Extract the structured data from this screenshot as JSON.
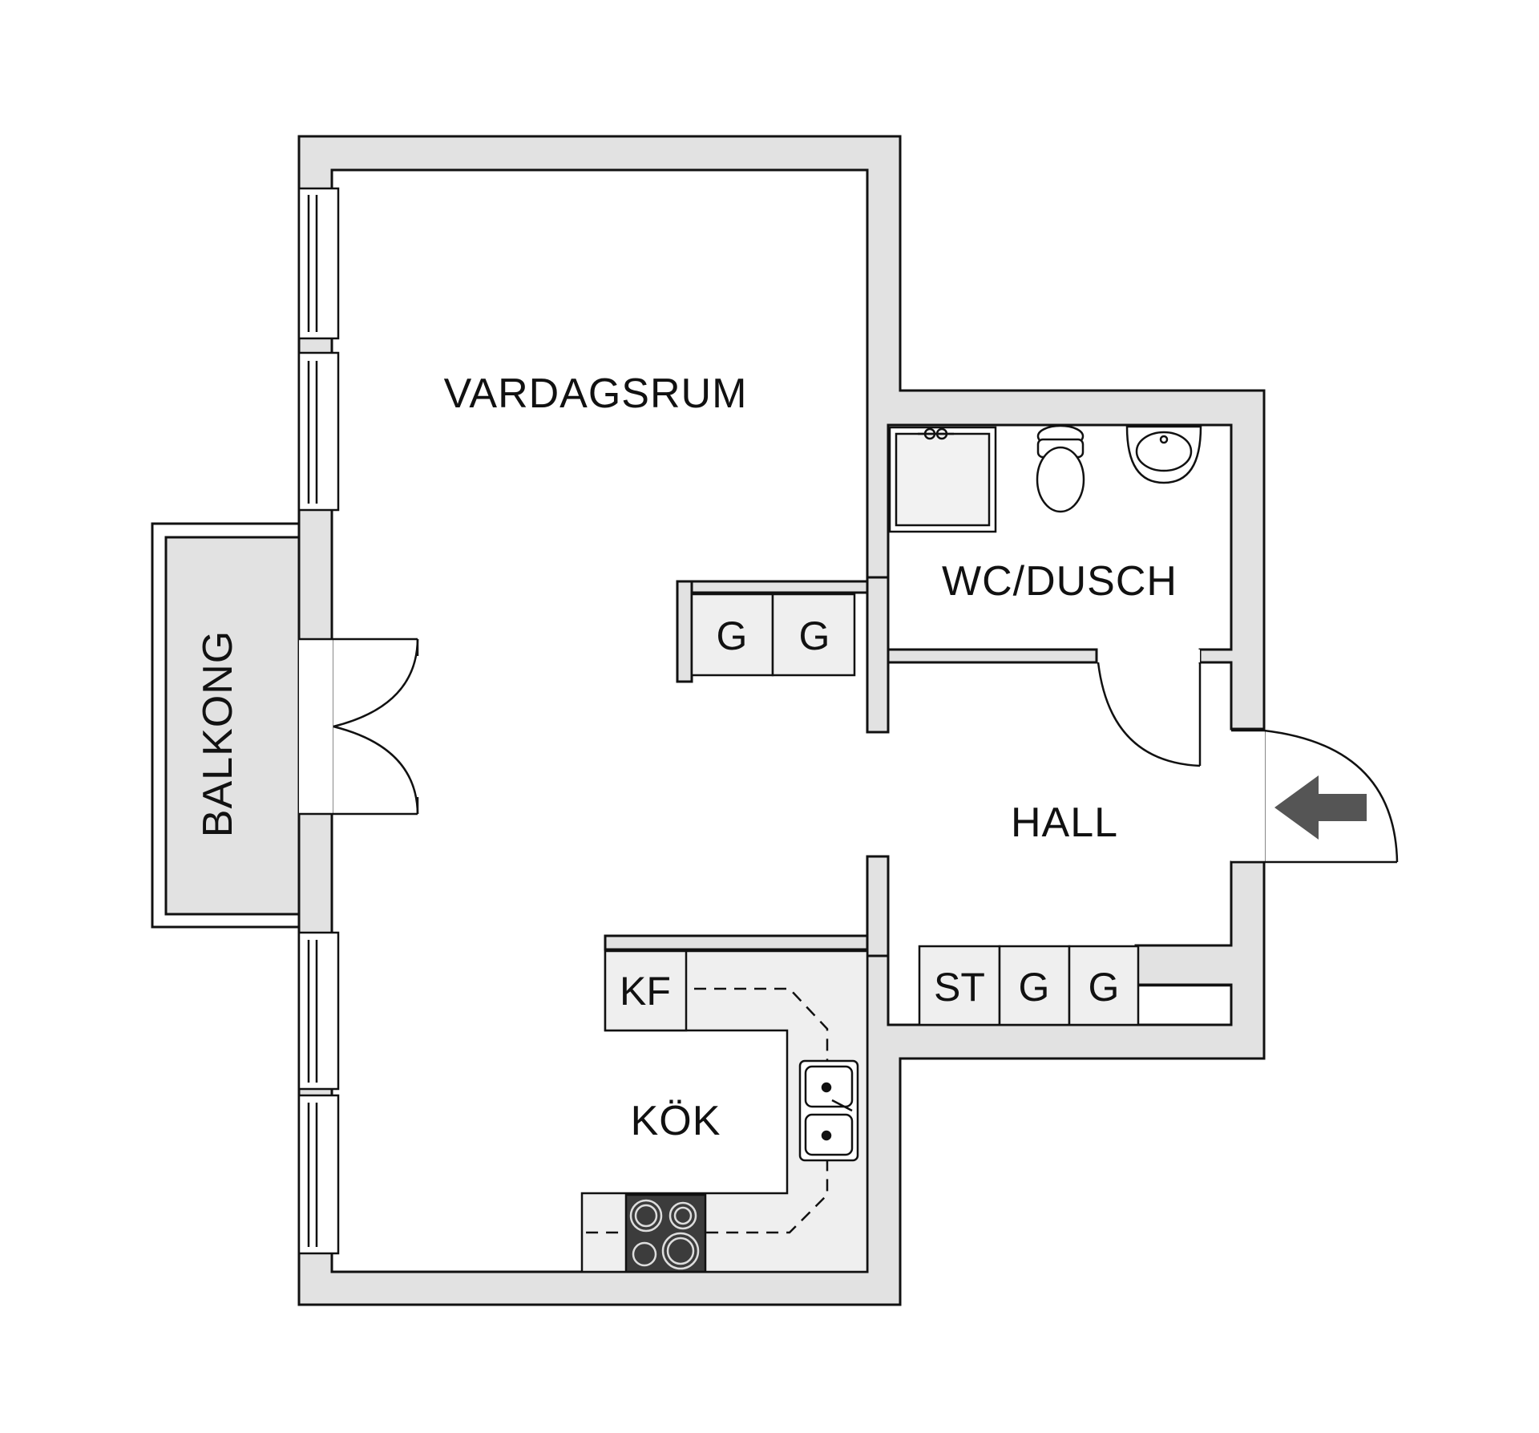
{
  "rooms": {
    "vardagsrum": "VARDAGSRUM",
    "wc_dusch": "WC/DUSCH",
    "hall": "HALL",
    "kok": "KÖK",
    "balkong": "BALKONG"
  },
  "fixtures": {
    "wardrobe_upper_1": "G",
    "wardrobe_upper_2": "G",
    "kf": "KF",
    "st": "ST",
    "wardrobe_hall_1": "G",
    "wardrobe_hall_2": "G"
  },
  "colors": {
    "wall_fill": "#e2e2e2",
    "line": "#111111",
    "counter_fill": "#efefef",
    "stove_fill": "#3c3c3c",
    "arrow": "#555555"
  }
}
